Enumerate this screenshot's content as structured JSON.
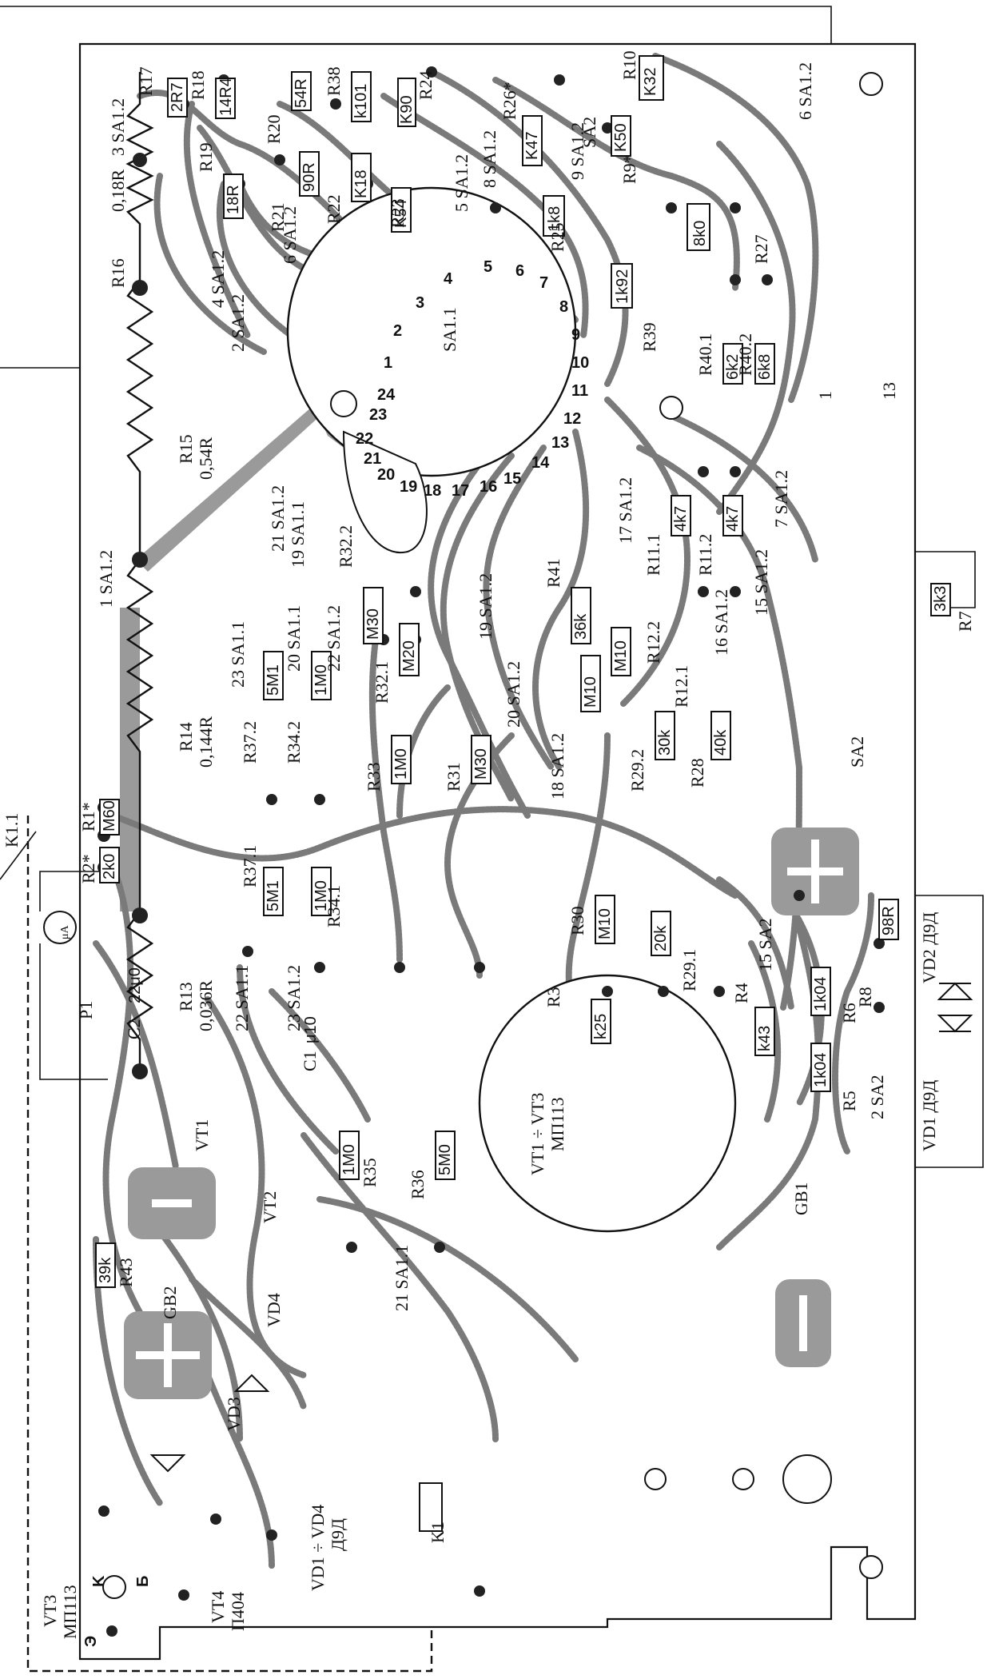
{
  "board": {
    "batteries": [
      {
        "name": "GB1",
        "polarity": "−"
      },
      {
        "name": "GB2",
        "polarity": "+"
      },
      {
        "name": "GB2",
        "polarity": "−"
      },
      {
        "name": "",
        "polarity": "+"
      }
    ],
    "labels": {
      "vt3_mp113": "VT1 ÷ VT3",
      "vt3_mp113_b": "МП113",
      "vt3_side": "VT3",
      "vt3_side_b": "МП113",
      "vt4": "VT4",
      "vt4_b": "П404",
      "vd_top": "VD1 Д9Д",
      "vd_top2": "VD2 Д9Д",
      "vd_bot": "VD1 ÷ VD4",
      "vd_bot_b": "Д9Д",
      "k1": "K1",
      "k11": "K1.1",
      "p1": "P1",
      "ua": "μA",
      "sa2": "SA2",
      "sa11": "SA1.1",
      "vt1": "VT1",
      "vt2": "VT2",
      "vd3": "VD3",
      "vd4": "VD4"
    },
    "resistors": [
      {
        "ref": "R17",
        "value": "2R7"
      },
      {
        "ref": "R18",
        "value": "14R4"
      },
      {
        "ref": "R20",
        "value": "54R"
      },
      {
        "ref": "R38",
        "value": "k101"
      },
      {
        "ref": "R24",
        "value": "K90"
      },
      {
        "ref": "R26*",
        "value": "K47"
      },
      {
        "ref": "R10",
        "value": "K32"
      },
      {
        "ref": "R19",
        "value": "18R"
      },
      {
        "ref": "R21",
        "value": "90R"
      },
      {
        "ref": "R22",
        "value": "K18"
      },
      {
        "ref": "R23",
        "value": "K54"
      },
      {
        "ref": "R9*",
        "value": "K50"
      },
      {
        "ref": "R25",
        "value": "1k8"
      },
      {
        "ref": "R27",
        "value": "8k0"
      },
      {
        "ref": "R39",
        "value": "1k92"
      },
      {
        "ref": "R40.1",
        "value": "6k2"
      },
      {
        "ref": "R40.2",
        "value": "6k8"
      },
      {
        "ref": "R11.1",
        "value": "4k7"
      },
      {
        "ref": "R11.2",
        "value": "4k7"
      },
      {
        "ref": "R7",
        "value": "3k3"
      },
      {
        "ref": "R41",
        "value": "36k"
      },
      {
        "ref": "R32.2",
        "value": "M30"
      },
      {
        "ref": "R32.1",
        "value": "M20"
      },
      {
        "ref": "R12.2",
        "value": "M10"
      },
      {
        "ref": "R12.1",
        "value": "M10"
      },
      {
        "ref": "R37.2",
        "value": "5M1"
      },
      {
        "ref": "R34.2",
        "value": "1M0"
      },
      {
        "ref": "R33",
        "value": "1M0"
      },
      {
        "ref": "R31",
        "value": "M30"
      },
      {
        "ref": "R29.2",
        "value": "30k"
      },
      {
        "ref": "R28",
        "value": "40k"
      },
      {
        "ref": "R37.1",
        "value": "5M1"
      },
      {
        "ref": "R34.1",
        "value": "1M0"
      },
      {
        "ref": "R30",
        "value": "M10"
      },
      {
        "ref": "R29.1",
        "value": "20k"
      },
      {
        "ref": "R8",
        "value": "98R"
      },
      {
        "ref": "R6",
        "value": "1k04"
      },
      {
        "ref": "R4",
        "value": "k43"
      },
      {
        "ref": "R3",
        "value": "k25"
      },
      {
        "ref": "R5",
        "value": "1k04"
      },
      {
        "ref": "R1*",
        "value": "M60"
      },
      {
        "ref": "R2*",
        "value": "2k0"
      },
      {
        "ref": "R35",
        "value": "1M0"
      },
      {
        "ref": "R36",
        "value": "5M0"
      },
      {
        "ref": "R43",
        "value": "39k"
      },
      {
        "ref": "C2",
        "value": "22μ0"
      },
      {
        "ref": "C1",
        "value": "μ10"
      }
    ],
    "shunts": [
      {
        "ref": "R16",
        "value": "0,18R"
      },
      {
        "ref": "R15",
        "value": "0,54R"
      },
      {
        "ref": "R14",
        "value": "0,144R"
      },
      {
        "ref": "R13",
        "value": "0,036R"
      }
    ],
    "switch": {
      "name": "SA1.1",
      "positions": [
        "1",
        "2",
        "3",
        "4",
        "5",
        "6",
        "7",
        "8",
        "9",
        "10",
        "11",
        "12",
        "13",
        "14",
        "15",
        "16",
        "17",
        "18",
        "19",
        "20",
        "21",
        "22",
        "23",
        "24"
      ]
    },
    "contacts": [
      "3 SA1.2",
      "4 SA1.2",
      "2 SA1.2",
      "1 SA1.2",
      "6 SA1.2",
      "5 SA1.2",
      "8 SA1.2",
      "9 SA1.2",
      "SA2",
      "1 SA1.2",
      "19 SA1.1",
      "21 SA1.2",
      "23 SA1.1",
      "20 SA1.1",
      "22 SA1.2",
      "17 SA1.2",
      "15 SA1.2",
      "7 SA1.2",
      "19 SA1.2",
      "16 SA1.2",
      "20 SA1.2",
      "18 SA1.2",
      "22 SA1.1",
      "23 SA1.2",
      "21 SA1.1",
      "15 SA2",
      "2 SA2",
      "6 SA1.2",
      "1",
      "13"
    ],
    "transistor_pins": [
      "K",
      "Б",
      "Э"
    ]
  }
}
